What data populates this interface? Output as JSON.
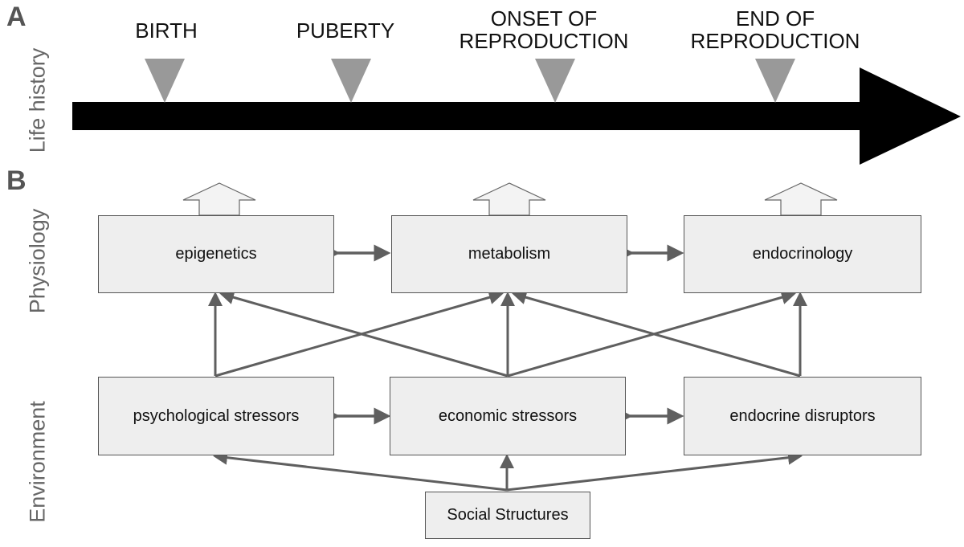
{
  "panels": {
    "a": "A",
    "b": "B"
  },
  "side_labels": {
    "life_history": "Life history",
    "physiology": "Physiology",
    "environment": "Environment"
  },
  "timeline": {
    "stages": [
      {
        "lines": [
          "BIRTH"
        ]
      },
      {
        "lines": [
          "PUBERTY"
        ]
      },
      {
        "lines": [
          "ONSET OF",
          "REPRODUCTION"
        ]
      },
      {
        "lines": [
          "END OF",
          "REPRODUCTION"
        ]
      }
    ]
  },
  "physiology": {
    "boxes": [
      "epigenetics",
      "metabolism",
      "endocrinology"
    ]
  },
  "environment": {
    "boxes": [
      "psychological stressors",
      "economic stressors",
      "endocrine disruptors"
    ]
  },
  "social": {
    "label": "Social Structures"
  },
  "colors": {
    "arrow": "#5f5f5f",
    "timeline": "#000000",
    "marker": "#999999",
    "box_fill": "#eeeeee",
    "box_border": "#555555",
    "up_arrow_fill": "#f3f3f3"
  }
}
